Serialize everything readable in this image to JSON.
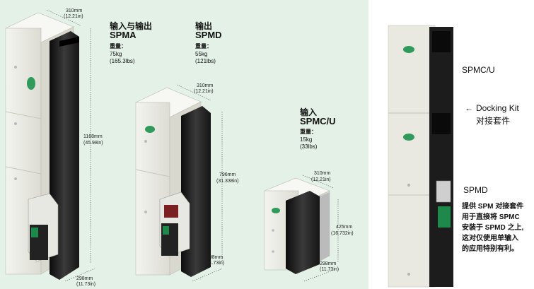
{
  "spma": {
    "cn": "输入与输出",
    "model": "SPMA",
    "weight_label": "重量：",
    "weight_kg": "75kg",
    "weight_lbs": "(165.3lbs)",
    "width_mm": "310mm",
    "width_in": "(12.21in)",
    "height_mm": "1168mm",
    "height_in": "(45.98in)",
    "depth_mm": "298mm",
    "depth_in": "(11.73in)"
  },
  "spmd": {
    "cn": "输出",
    "model": "SPMD",
    "weight_label": "重量：",
    "weight_kg": "55kg",
    "weight_lbs": "(121lbs)",
    "width_mm": "310mm",
    "width_in": "(12.21in)",
    "height_mm": "796mm",
    "height_in": "(31.338in)",
    "depth_mm": "298mm",
    "depth_in": "(11.73in)"
  },
  "spmcu": {
    "cn": "输入",
    "model": "SPMC/U",
    "weight_label": "重量：",
    "weight_kg": "15kg",
    "weight_lbs": "(33lbs)",
    "width_mm": "310mm",
    "width_in": "(12.21in)",
    "height_mm": "425mm",
    "height_in": "(16.732in)",
    "depth_mm": "298mm",
    "depth_in": "(11.73in)"
  },
  "assembly": {
    "label_top": "SPMC/U",
    "arrow": "←",
    "docking_en": "Docking Kit",
    "docking_cn": "对接套件",
    "label_bottom": "SPMD",
    "note_lines": [
      "提供 SPM 对接套件",
      "用于直接将 SPMC",
      "安装于 SPMD 之上,",
      "这对仅使用单输入",
      "的应用特别有利。"
    ]
  },
  "colors": {
    "left_bg": "#e3f1e7",
    "cabinet": "#efefea",
    "heatsink": "#1f1f1f",
    "badge": "#2f9a5a",
    "drive_accent": "#1d8a4c"
  }
}
